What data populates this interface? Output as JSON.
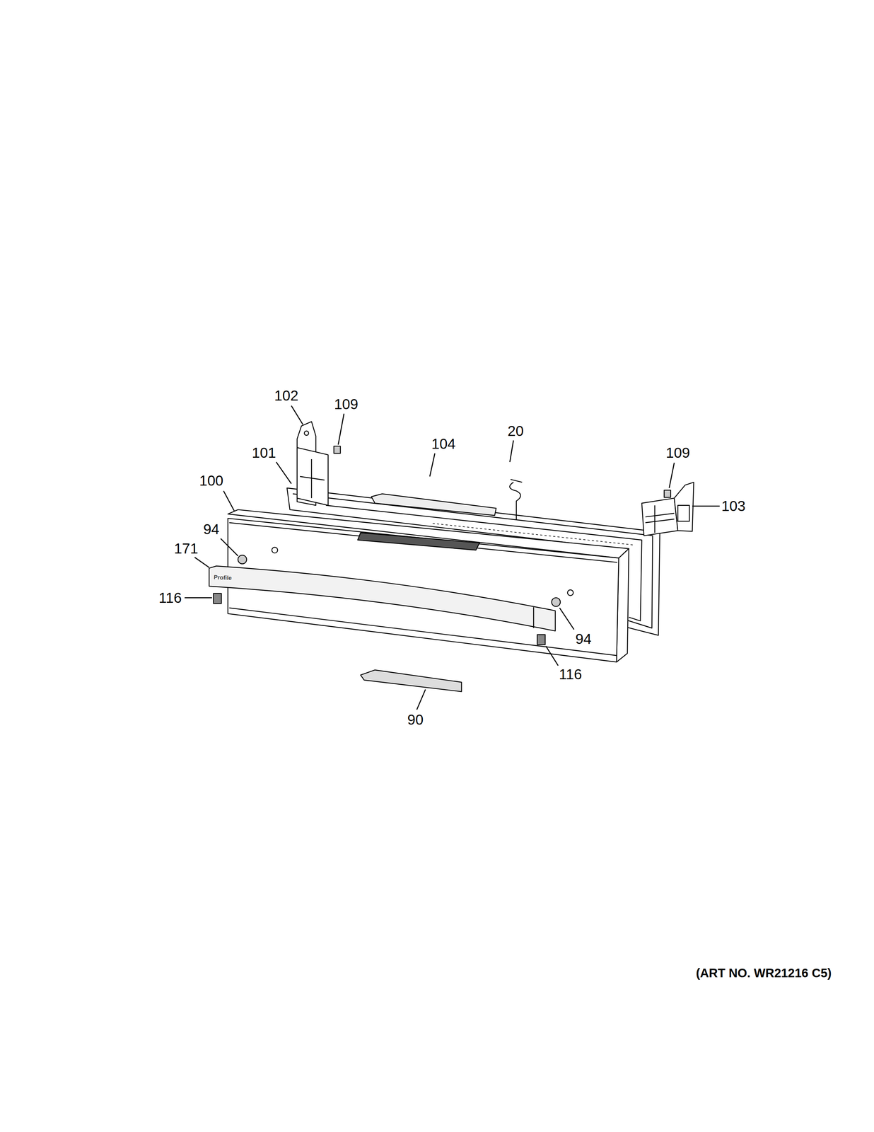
{
  "diagram": {
    "labels": [
      "102",
      "109",
      "101",
      "104",
      "20",
      "109",
      "103",
      "100",
      "94",
      "171",
      "116",
      "94",
      "116",
      "90",
      "(ART NO. WR21216 C5)",
      "Profile"
    ]
  }
}
